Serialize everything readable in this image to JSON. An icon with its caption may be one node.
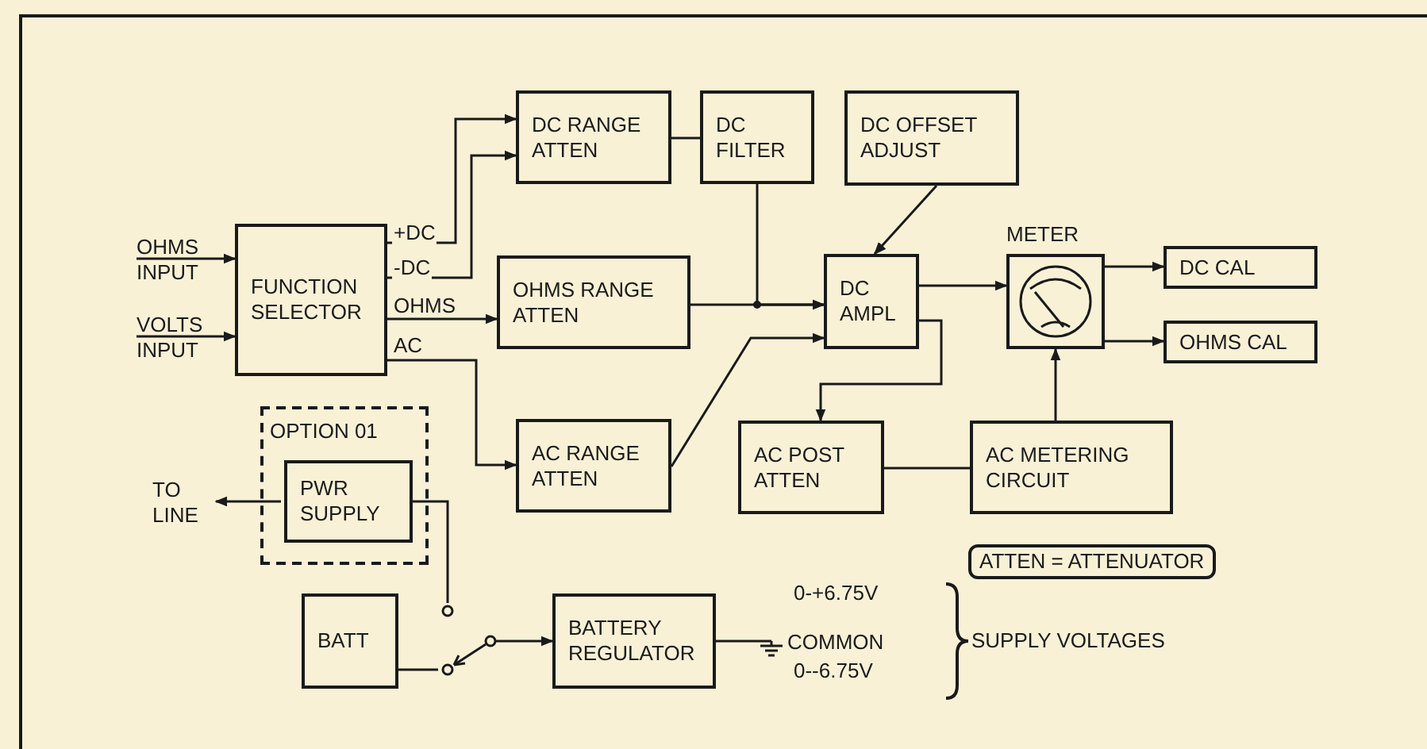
{
  "diagram": {
    "nodes": [
      {
        "text": [
          "OHMS INPUT"
        ]
      },
      {
        "text": [
          "VOLTS INPUT"
        ]
      },
      {
        "text": [
          "FUNCTION SELECTOR"
        ]
      },
      {
        "text": [
          "DC RANGE ATTEN"
        ]
      },
      {
        "text": [
          "DC FILTER"
        ]
      },
      {
        "text": [
          "DC OFFSET ADJUST"
        ]
      },
      {
        "text": [
          "OHMS RANGE ATTEN"
        ]
      },
      {
        "text": [
          "DC AMPL"
        ]
      },
      {
        "text": [
          "METER"
        ]
      },
      {
        "text": [
          "DC CAL"
        ]
      },
      {
        "text": [
          "OHMS CAL"
        ]
      },
      {
        "text": [
          "AC RANGE ATTEN"
        ]
      },
      {
        "text": [
          "AC POST ATTEN"
        ]
      },
      {
        "text": [
          "AC METERING CIRCUIT"
        ]
      },
      {
        "text": [
          "OPTION 01"
        ]
      },
      {
        "text": [
          "PWR SUPPLY"
        ],
        "in": 14
      },
      {
        "text": [
          "TO LINE"
        ]
      },
      {
        "text": [
          "BATT"
        ]
      },
      {
        "text": [
          "BATTERY REGULATOR"
        ]
      },
      {
        "text": [],
        "shape": "switch"
      },
      {
        "text": [
          "COMMON"
        ]
      }
    ],
    "edges": [
      {
        "from": 0,
        "to": 2,
        "arrow": "to"
      },
      {
        "from": 1,
        "to": 2,
        "arrow": "to"
      },
      {
        "from": 2,
        "to": 3,
        "label": "+DC",
        "arrow": "to"
      },
      {
        "from": 2,
        "to": 3,
        "label": "-DC",
        "arrow": "to"
      },
      {
        "from": 2,
        "to": 6,
        "label": "OHMS",
        "arrow": "to"
      },
      {
        "from": 2,
        "to": 11,
        "label": "AC",
        "arrow": "to"
      },
      {
        "from": 3,
        "to": 4,
        "arrow": "none"
      },
      {
        "from": 4,
        "to": 7,
        "arrow": "to"
      },
      {
        "from": 6,
        "to": 7,
        "arrow": "to"
      },
      {
        "from": 11,
        "to": 7,
        "arrow": "to"
      },
      {
        "from": 5,
        "to": 7,
        "arrow": "to"
      },
      {
        "from": 7,
        "to": 8,
        "arrow": "to"
      },
      {
        "from": 8,
        "to": 9,
        "arrow": "to"
      },
      {
        "from": 8,
        "to": 10,
        "arrow": "to"
      },
      {
        "from": 7,
        "to": 12,
        "arrow": "to"
      },
      {
        "from": 12,
        "to": 13,
        "arrow": "none"
      },
      {
        "from": 13,
        "to": 8,
        "arrow": "to"
      },
      {
        "from": 15,
        "to": 16,
        "arrow": "to"
      },
      {
        "from": 15,
        "to": 19,
        "arrow": "none"
      },
      {
        "from": 17,
        "to": 19,
        "arrow": "none"
      },
      {
        "from": 19,
        "to": 18,
        "arrow": "to"
      },
      {
        "from": 18,
        "to": 20,
        "arrow": "none"
      }
    ],
    "labels": [
      "ATTEN = ATTENUATOR",
      "0-+6.75V",
      "0--6.75V",
      "SUPPLY VOLTAGES"
    ]
  }
}
